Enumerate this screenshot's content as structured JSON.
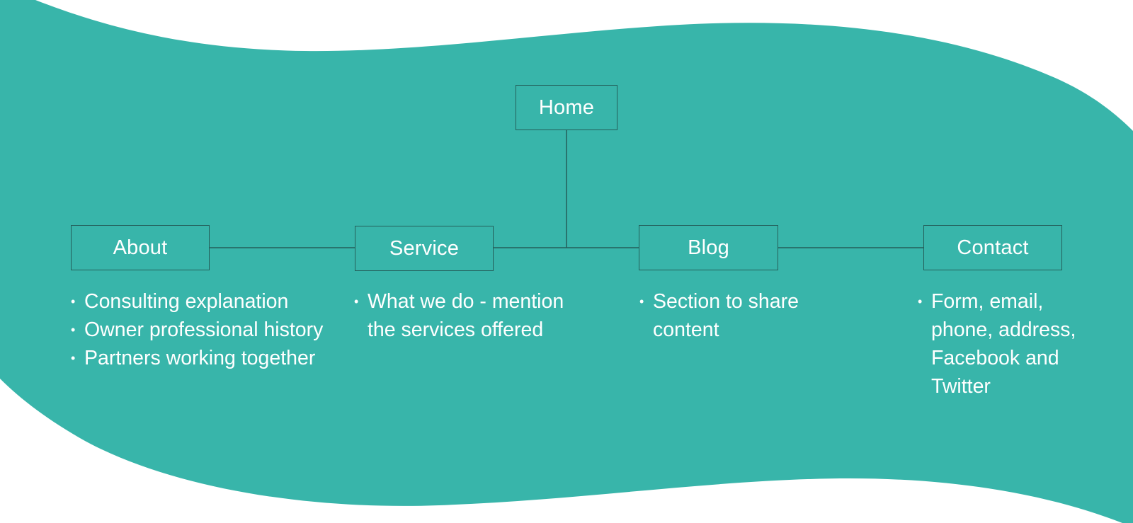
{
  "colors": {
    "banner": "#38b5aa",
    "connector": "#245f5a",
    "text": "#ffffff",
    "background": "#ffffff"
  },
  "sitemap": {
    "root": {
      "label": "Home"
    },
    "sections": [
      {
        "label": "About",
        "details": [
          "Consulting explanation",
          "Owner professional history",
          "Partners working together"
        ]
      },
      {
        "label": "Service",
        "details": [
          "What we do - mention the services offered"
        ]
      },
      {
        "label": "Blog",
        "details": [
          "Section to share content"
        ]
      },
      {
        "label": "Contact",
        "details": [
          "Form, email, phone, address, Facebook and Twitter"
        ]
      }
    ]
  }
}
